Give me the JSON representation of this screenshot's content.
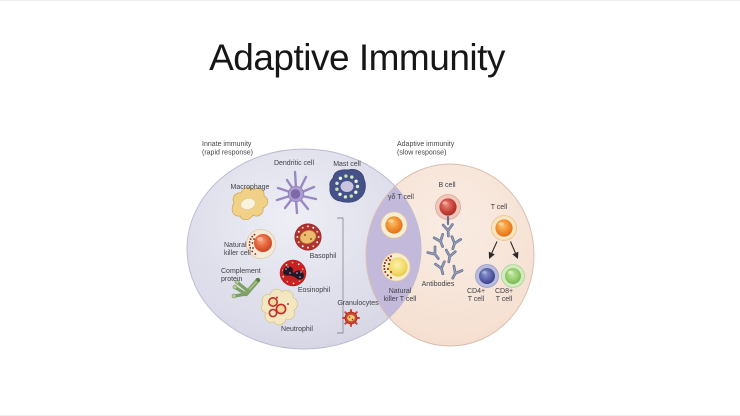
{
  "slide": {
    "title": "Adaptive Immunity"
  },
  "diagram": {
    "innate": {
      "title": "Innate immunity",
      "subtitle": "(rapid response)"
    },
    "adaptive": {
      "title": "Adaptive immunity",
      "subtitle": "(slow response)"
    },
    "labels": {
      "dendritic_cell": "Dendritic cell",
      "mast_cell": "Mast cell",
      "macrophage": "Macrophage",
      "natural_killer_line1": "Natural",
      "natural_killer_line2": "killer cell",
      "basophil": "Basophil",
      "complement_line1": "Complement",
      "complement_line2": "protein",
      "eosinophil": "Eosinophil",
      "neutrophil": "Neutrophil",
      "granulocytes": "Granulocytes",
      "gamma_delta_t_cell": "γδ T cell",
      "nkt_line1": "Natural",
      "nkt_line2": "killer T cell",
      "b_cell": "B cell",
      "antibodies": "Antibodies",
      "t_cell": "T cell",
      "cd4_line1": "CD4+",
      "cd4_line2": "T cell",
      "cd8_line1": "CD8+",
      "cd8_line2": "T cell"
    },
    "colors": {
      "innate_circle_fill": "#dcdcea",
      "adaptive_circle_fill": "#f7e6da",
      "overlap_fill": "#c3b9da",
      "label_color": "#3f3f46",
      "title_color": "#161616"
    }
  }
}
